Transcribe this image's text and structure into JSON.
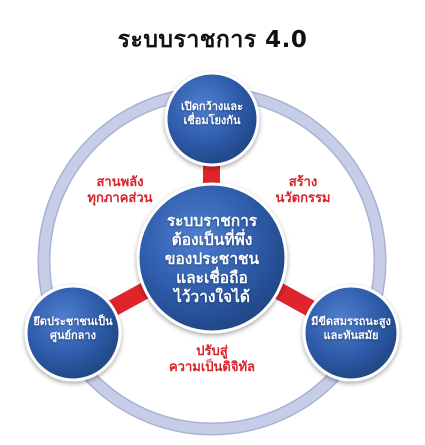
{
  "title": "ระบบราชการ 4.0",
  "center": {
    "lines": [
      "ระบบราชการ",
      "ต้องเป็นที่พึ่ง",
      "ของประชาชน",
      "และเชื่อถือ",
      "ไว้วางใจได้"
    ]
  },
  "nodes": {
    "top": {
      "lines": [
        "เปิดกว้างและ",
        "เชื่อมโยงกัน"
      ]
    },
    "left": {
      "lines": [
        "ยึดประชาชนเป็น",
        "ศูนย์กลาง"
      ]
    },
    "right": {
      "lines": [
        "มีขีดสมรรถนะสูง",
        "และทันสมัย"
      ]
    }
  },
  "arc_labels": {
    "left": {
      "lines": [
        "สานพลัง",
        "ทุกภาคส่วน"
      ]
    },
    "right": {
      "lines": [
        "สร้าง",
        "นวัตกรรม"
      ]
    },
    "bottom": {
      "lines": [
        "ปรับสู่",
        "ความเป็นดิจิทัล"
      ]
    }
  },
  "colors": {
    "node_blue": "#2d5aa8",
    "node_edge": "#ffffff",
    "ring": "#c7cde6",
    "ring_edge": "#a9b2d6",
    "connector": "#e0242b",
    "arc_text": "#d8232a"
  }
}
